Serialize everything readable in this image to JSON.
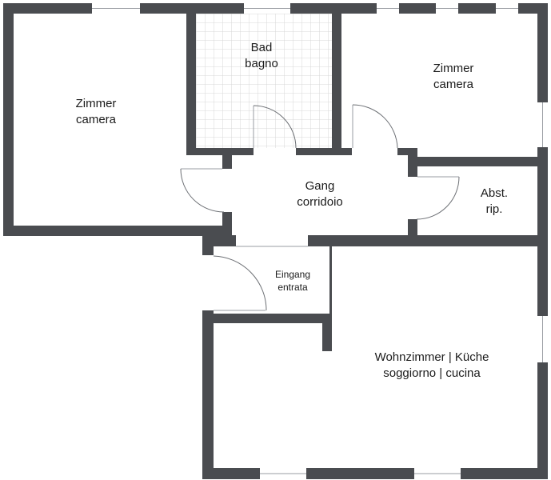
{
  "rooms": {
    "zimmer_left": {
      "de": "Zimmer",
      "it": "camera"
    },
    "bad": {
      "de": "Bad",
      "it": "bagno"
    },
    "zimmer_right": {
      "de": "Zimmer",
      "it": "camera"
    },
    "gang": {
      "de": "Gang",
      "it": "corridoio"
    },
    "abst": {
      "de": "Abst.",
      "it": "rip."
    },
    "eingang": {
      "de": "Eingang",
      "it": "entrata"
    },
    "wohnzimmer": {
      "de": "Wohnzimmer | Küche",
      "it": "soggiorno | cucina"
    }
  },
  "colors": {
    "wall": "#4a4c50",
    "tile_grid": "#d7d7d7",
    "background": "#ffffff"
  }
}
